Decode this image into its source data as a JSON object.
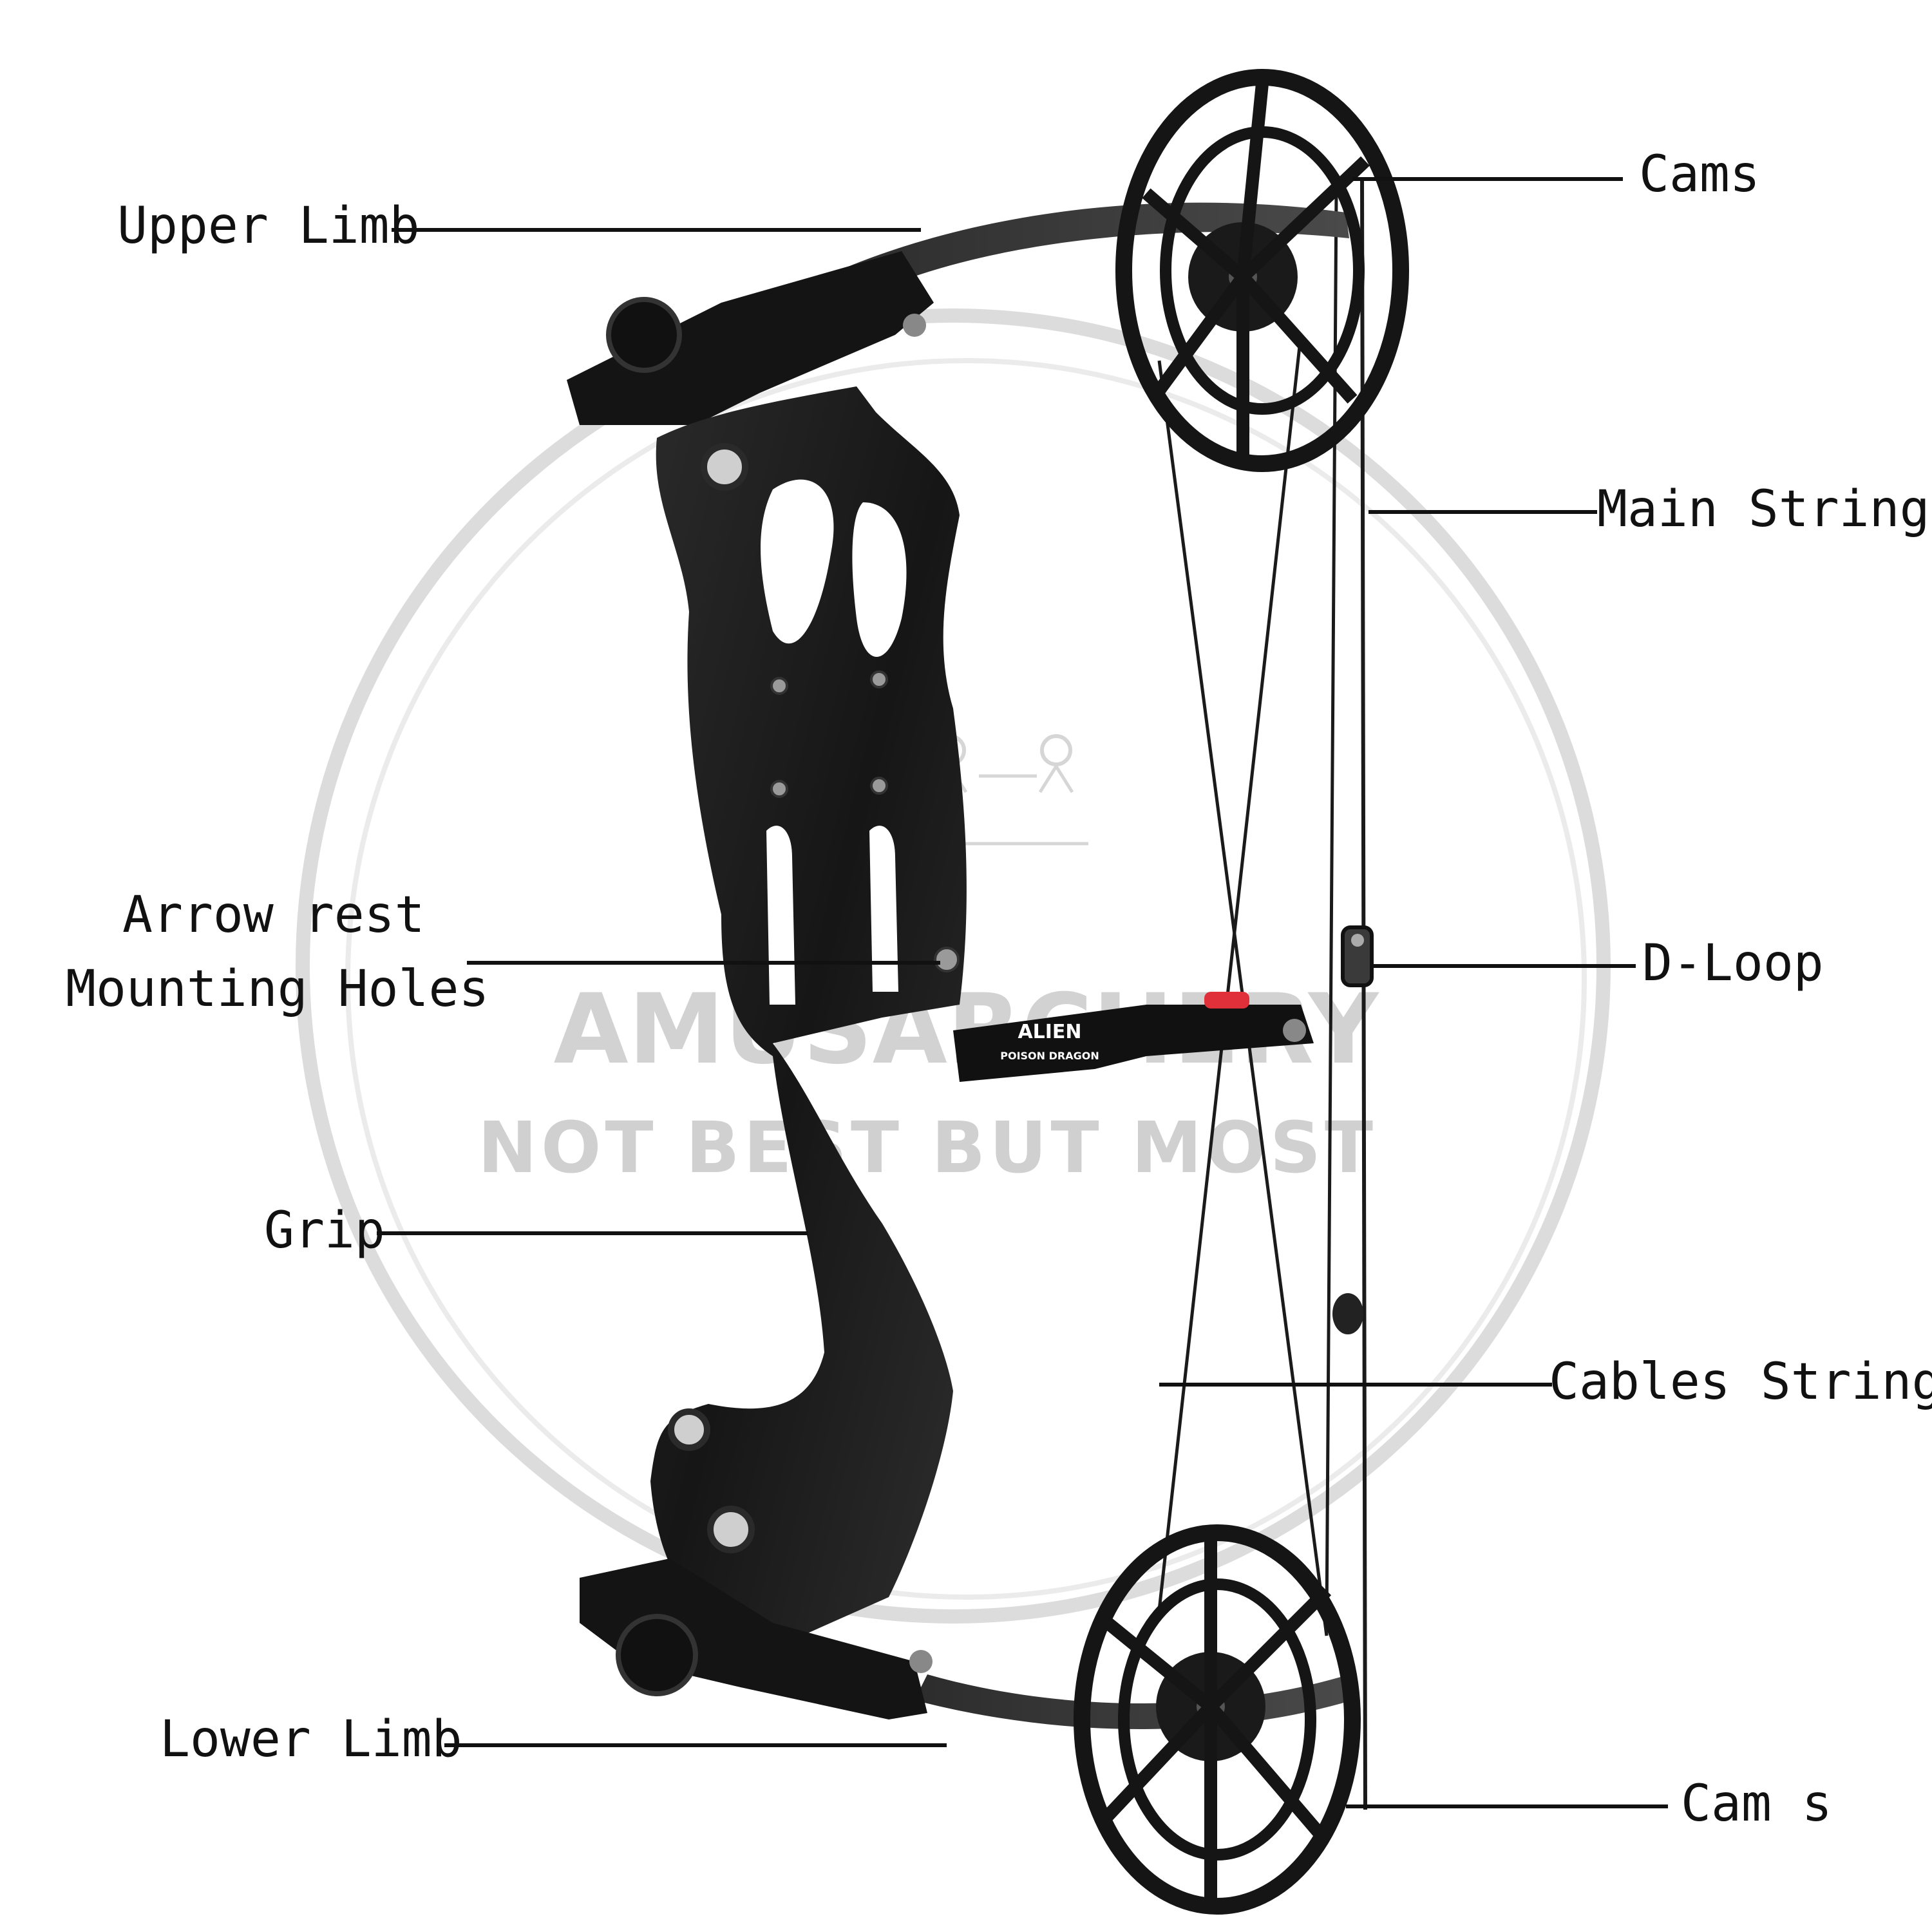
{
  "colors": {
    "background": "#ffffff",
    "label_text": "#111111",
    "leader_line": "#111111",
    "bow_body": "#1c1c1c",
    "bow_highlight": "#3a3a3a",
    "watermark": "#c8c8c8",
    "accent_red": "#e0303a"
  },
  "labels": {
    "upper_limb": "Upper Limb",
    "cams_top": "Cams",
    "main_string": "Main String",
    "arrow_rest_line1": "Arrow rest",
    "arrow_rest_line2": "Mounting Holes",
    "d_loop": "D-Loop",
    "grip": "Grip",
    "cables_string": "Cables String",
    "lower_limb": "Lower Limb",
    "cams_bottom": "Cam s"
  },
  "watermark": {
    "line1": "AMUSARCHERY",
    "line2": "NOT BEST BUT MOST"
  },
  "product_marks": {
    "brand": "ALIEN",
    "model": "POISON DRAGON"
  }
}
